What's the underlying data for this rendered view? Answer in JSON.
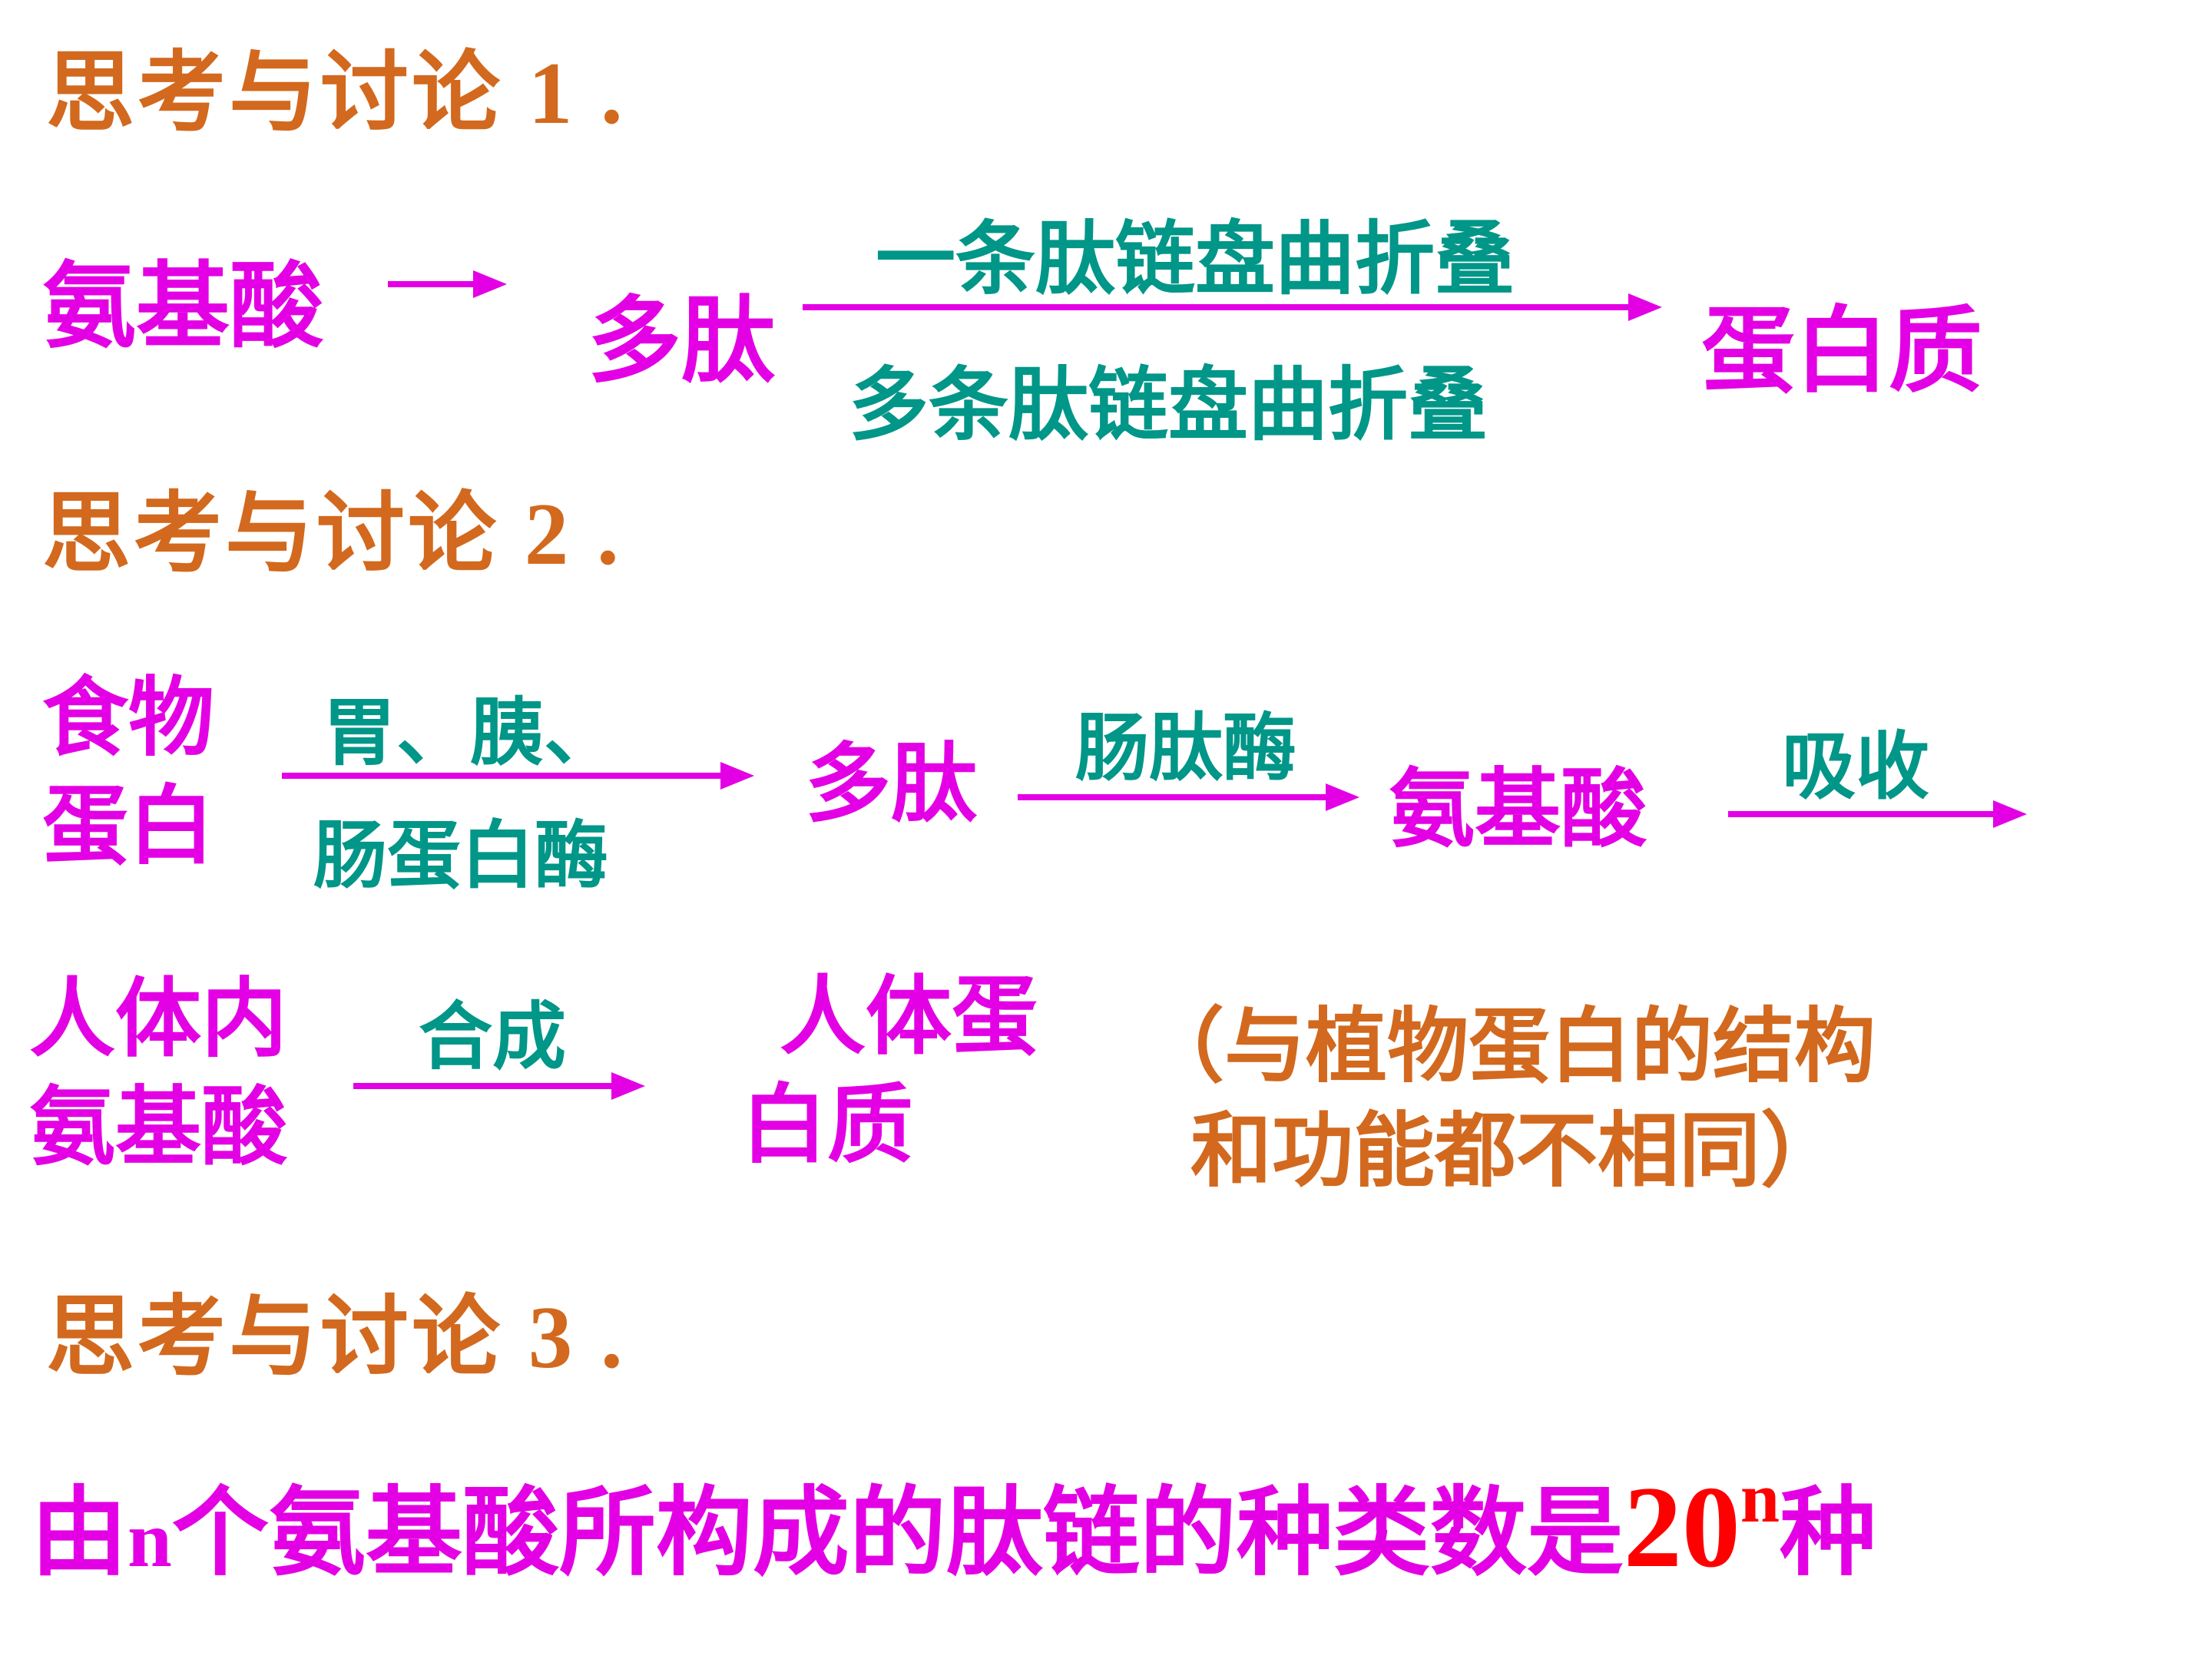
{
  "colors": {
    "background": "#FFFFFF",
    "heading_orange": "#D2691E",
    "magenta": "#E400E4",
    "teal": "#009688",
    "red": "#FF0000"
  },
  "slide": {
    "section1": {
      "title": "思考与讨论 1 .",
      "flow": {
        "amino_acid": "氨基酸",
        "polypeptide": "多肽",
        "arrow_label_top": "一条肽链盘曲折叠",
        "arrow_label_bottom": "多条肽链盘曲折叠",
        "protein": "蛋白质"
      }
    },
    "section2": {
      "title": "思考与讨论 2 .",
      "digestion_flow": {
        "food_protein_line1": "食物",
        "food_protein_line2": "蛋白",
        "enzymes_label_top": "胃、胰、",
        "enzymes_label_bottom": "肠蛋白酶",
        "polypeptide": "多肽",
        "peptidase_label": "肠肽酶",
        "amino_acid": "氨基酸",
        "absorption_label": "吸收"
      },
      "synthesis_flow": {
        "body_amino_line1": "人体内",
        "body_amino_line2": "氨基酸",
        "synthesis_label": "合成",
        "body_protein_line1": "人体蛋",
        "body_protein_line2": "白质",
        "note_line1": "（与植物蛋白的结构",
        "note_line2": "和功能都不相同）"
      }
    },
    "section3": {
      "title": "思考与讨论 3 .",
      "statement": {
        "prefix": "由",
        "variable": "n",
        "middle": "个氨基酸所构成的肽链的种类数是",
        "base": "20",
        "exponent": "n",
        "suffix": "种"
      }
    }
  }
}
